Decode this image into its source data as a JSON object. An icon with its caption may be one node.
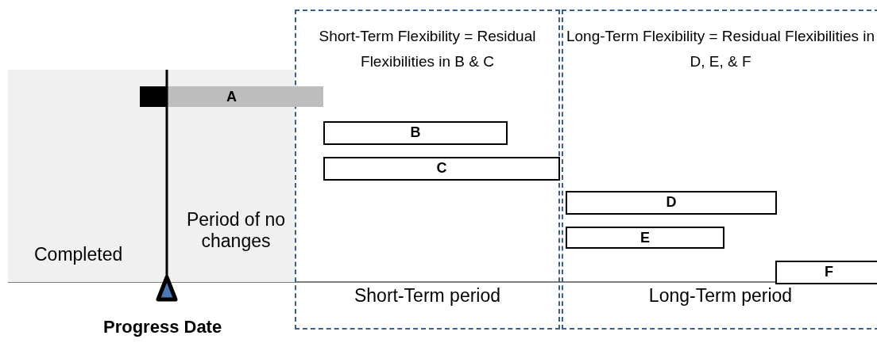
{
  "diagram": {
    "nodes": [
      {
        "text": [
          "Short-Term Flexibility = Residual Flexibilities in B & C",
          "Short-Term period"
        ]
      },
      {
        "text": [
          "Long-Term Flexibility = Residual Flexibilities in D, E, & F",
          "Long-Term period"
        ]
      },
      {
        "text": [
          "Completed"
        ]
      },
      {
        "text": [
          "A"
        ]
      },
      {
        "text": [
          "B"
        ],
        "in": 0
      },
      {
        "text": [
          "C"
        ],
        "in": 0
      },
      {
        "text": [
          "D"
        ],
        "in": 1
      },
      {
        "text": [
          "E"
        ],
        "in": 1
      },
      {
        "text": [
          "F"
        ],
        "in": 1
      }
    ],
    "labels": [
      "Period of no changes",
      "Progress Date"
    ]
  }
}
